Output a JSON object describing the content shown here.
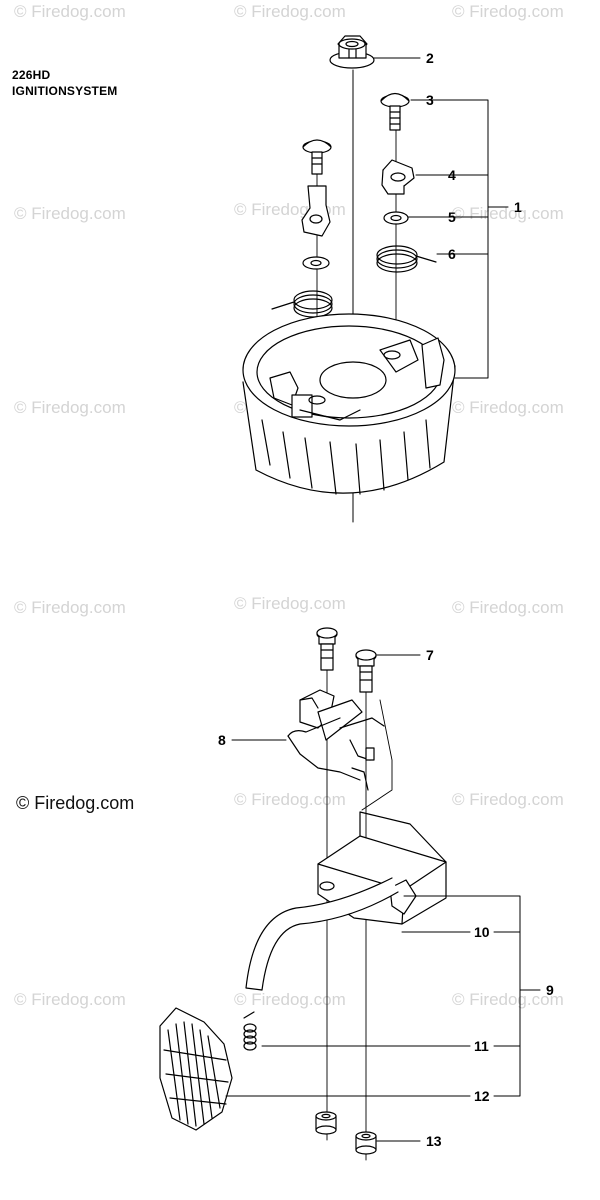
{
  "header": {
    "model": "226HD",
    "section": "IGNITIONSYSTEM"
  },
  "watermark": {
    "text": "© Firedog.com",
    "badge_text": "© Firedog.com"
  },
  "callouts": [
    "1",
    "2",
    "3",
    "4",
    "5",
    "6",
    "7",
    "8",
    "9",
    "10",
    "11",
    "12",
    "13"
  ]
}
